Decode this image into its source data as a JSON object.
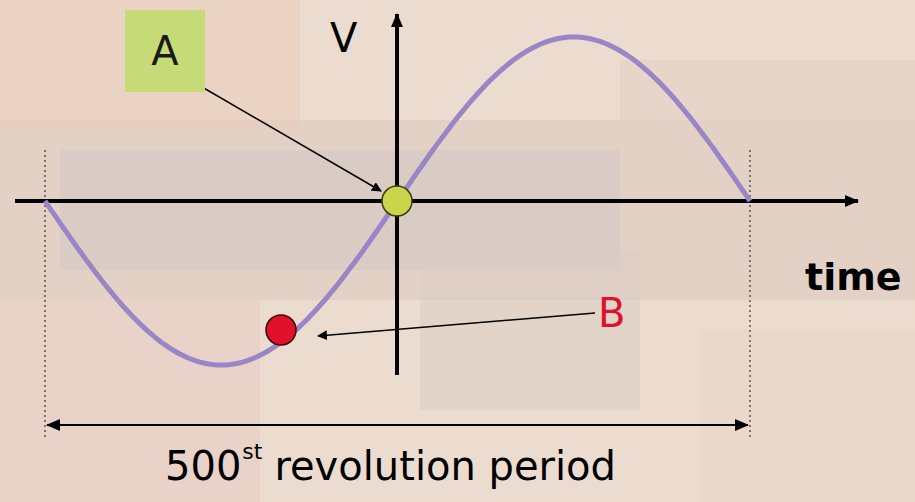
{
  "diagram": {
    "nodes": [
      {
        "text": [
          "A"
        ]
      }
    ],
    "labels": [
      "V",
      "time",
      "B",
      "500",
      "st",
      "revolution period"
    ]
  }
}
